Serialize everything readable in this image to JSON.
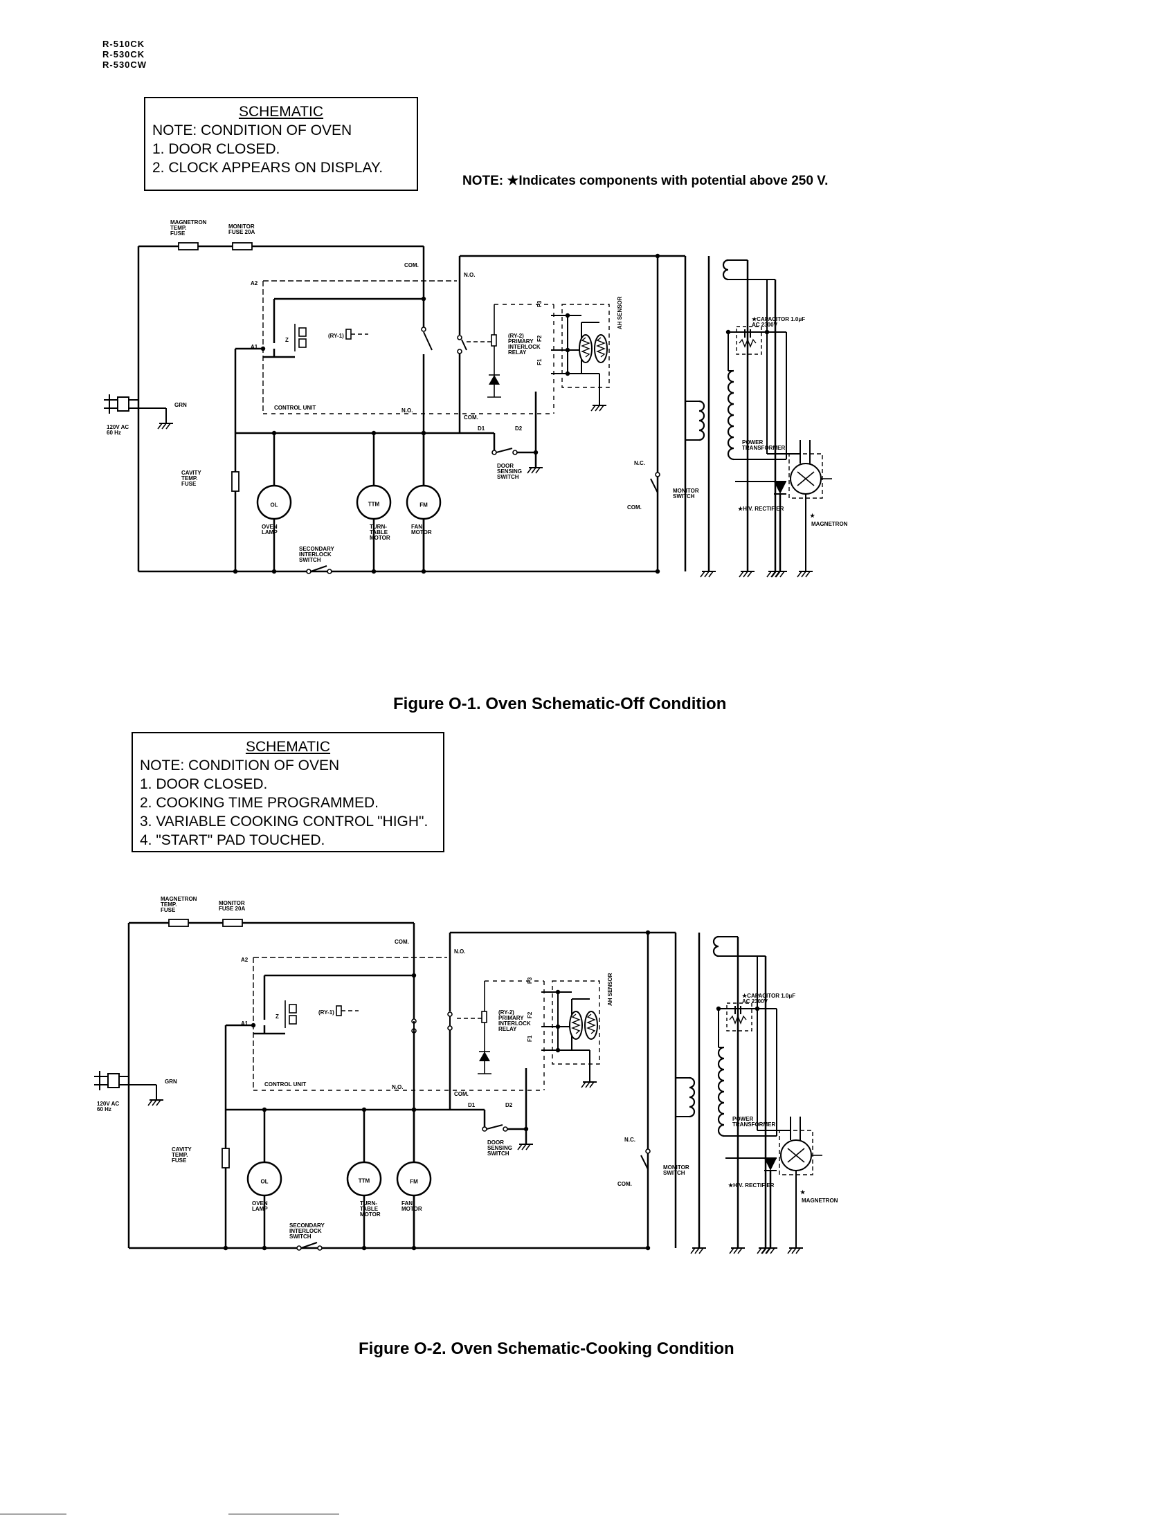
{
  "models": [
    "R-510CK",
    "R-530CK",
    "R-530CW"
  ],
  "high_voltage_note": "NOTE: ★Indicates components with potential above 250 V.",
  "figures": [
    {
      "note_title": "SCHEMATIC",
      "note_lines": [
        "NOTE: CONDITION OF OVEN",
        "1.  DOOR CLOSED.",
        "2.  CLOCK APPEARS ON DISPLAY."
      ],
      "caption": "Figure O-1. Oven Schematic-Off Condition"
    },
    {
      "note_title": "SCHEMATIC",
      "note_lines": [
        "NOTE: CONDITION OF OVEN",
        "1.  DOOR CLOSED.",
        "2.  COOKING TIME PROGRAMMED.",
        "3.  VARIABLE COOKING CONTROL \"HIGH\".",
        "4.  \"START\" PAD TOUCHED."
      ],
      "caption": "Figure O-2. Oven Schematic-Cooking Condition"
    }
  ],
  "labels": {
    "magnetron_temp_fuse": [
      "MAGNETRON",
      "TEMP.",
      "FUSE"
    ],
    "monitor_fuse": [
      "MONITOR",
      "FUSE 20A"
    ],
    "com": "COM.",
    "no": "N.O.",
    "nc": "N.C.",
    "a1": "A1",
    "a2": "A2",
    "ry1": "(RY-1)",
    "ry2": [
      "(RY-2)",
      "PRIMARY",
      "INTERLOCK",
      "RELAY"
    ],
    "f1": "F1",
    "f2": "F2",
    "f3": "F3",
    "ah_sensor": "AH SENSOR",
    "control_unit": "CONTROL UNIT",
    "d1": "D1",
    "d2": "D2",
    "door_sensing_switch": [
      "DOOR",
      "SENSING",
      "SWITCH"
    ],
    "grn": "GRN",
    "supply": [
      "120V AC",
      "60 Hz"
    ],
    "cavity_temp_fuse": [
      "CAVITY",
      "TEMP.",
      "FUSE"
    ],
    "ol": "OL",
    "ttm": "TTM",
    "fm": "FM",
    "oven_lamp": [
      "OVEN",
      "LAMP"
    ],
    "turntable_motor": [
      "TURN-",
      "TABLE",
      "MOTOR"
    ],
    "fan_motor": [
      "FAN",
      "MOTOR"
    ],
    "secondary_interlock": [
      "SECONDARY",
      "INTERLOCK",
      "SWITCH"
    ],
    "monitor_switch": [
      "MONITOR",
      "SWITCH"
    ],
    "capacitor": [
      "★CAPACITOR  1.0μF",
      "AC 2300V"
    ],
    "power_transformer": [
      "POWER",
      "TRANSFORMER"
    ],
    "hv_rectifier": "★H.V. RECTIFIER",
    "magnetron": "MAGNETRON"
  }
}
